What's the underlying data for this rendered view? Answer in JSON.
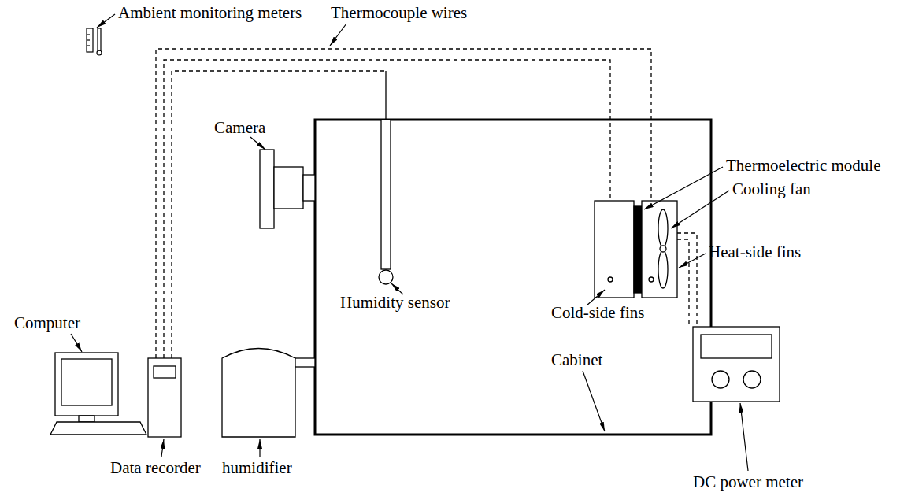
{
  "diagram": {
    "labels": [
      "Ambient monitoring meters",
      "Thermocouple wires",
      "Thermoelectric module",
      "Camera",
      "Cooling fan",
      "Computer",
      "Humidity sensor",
      "Heat-side fins",
      "Cold-side fins",
      "Cabinet",
      "Data recorder",
      "humidifier",
      "DC power meter"
    ]
  }
}
